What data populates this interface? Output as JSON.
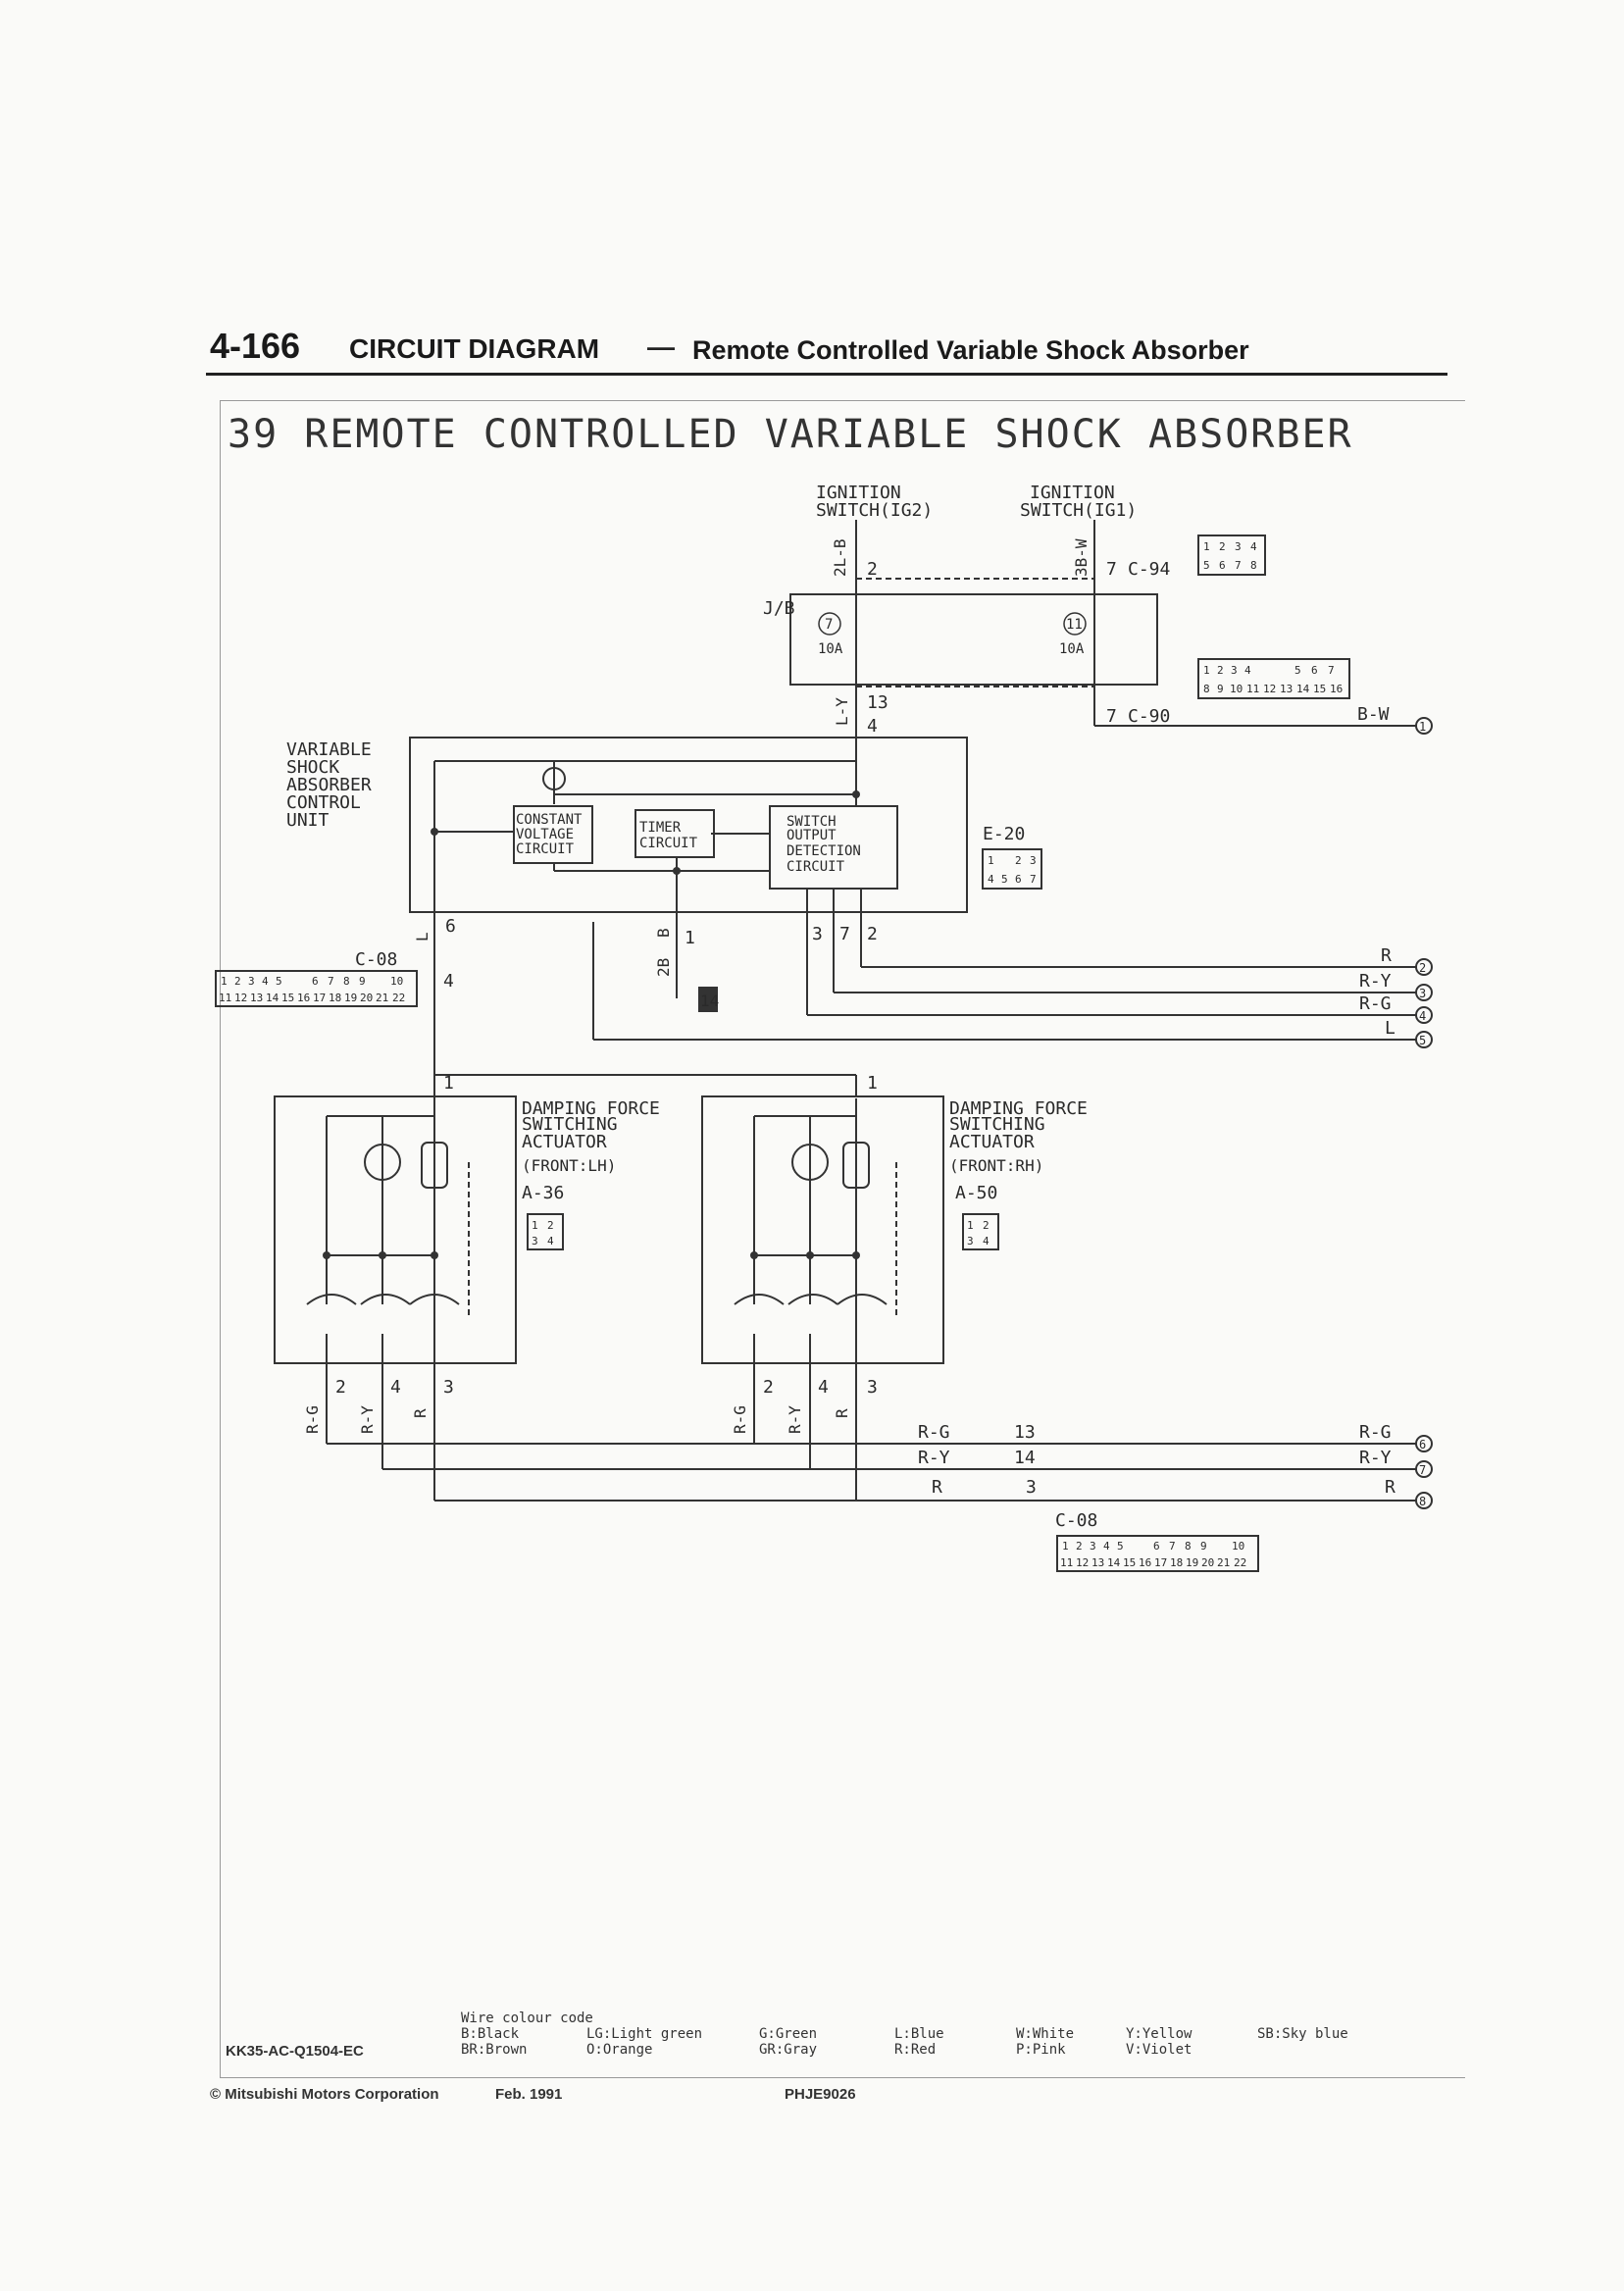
{
  "header": {
    "page_number": "4-166",
    "section": "CIRCUIT DIAGRAM",
    "dash": "—",
    "subtitle": "Remote Controlled Variable Shock Absorber"
  },
  "diagram_title": "39 REMOTE CONTROLLED VARIABLE SHOCK ABSORBER",
  "ignition": {
    "ig2_line1": "IGNITION",
    "ig2_line2": "SWITCH(IG2)",
    "ig1_line1": "IGNITION",
    "ig1_line2": "SWITCH(IG1)",
    "wire_ig2": "2L-B",
    "wire_ig1": "3B-W",
    "pin_ig2": "2",
    "pin_ig1": "7",
    "conn_c94": "C-94"
  },
  "junction_block": {
    "label": "J/B",
    "fuse_left_no": "7",
    "fuse_left_rating": "10A",
    "fuse_right_no": "11",
    "fuse_right_rating": "10A",
    "wire_out": "L-Y",
    "pin_13": "13",
    "pin_4": "4",
    "pin_7": "7",
    "conn_c90": "C-90",
    "wire_bw": "B-W",
    "out_1": "1"
  },
  "control_unit": {
    "label_lines": [
      "VARIABLE",
      "SHOCK",
      "ABSORBER",
      "CONTROL",
      "UNIT"
    ],
    "cv_lines": [
      "CONSTANT",
      "VOLTAGE",
      "CIRCUIT"
    ],
    "timer_lines": [
      "TIMER",
      "CIRCUIT"
    ],
    "switch_lines": [
      "SWITCH",
      "OUTPUT",
      "DETECTION",
      "CIRCUIT"
    ],
    "conn": "E-20",
    "pin_6": "6",
    "pin_1": "1",
    "pin_3": "3",
    "pin_7": "7",
    "pin_2": "2",
    "ground_no": "14",
    "wire_b": "B",
    "wire_2b": "2B",
    "wire_l": "L"
  },
  "outputs": [
    {
      "wire": "R",
      "no": "2"
    },
    {
      "wire": "R-Y",
      "no": "3"
    },
    {
      "wire": "R-G",
      "no": "4"
    },
    {
      "wire": "L",
      "no": "5"
    }
  ],
  "c08": {
    "label": "C-08",
    "pin": "4"
  },
  "actuator_lh": {
    "lines": [
      "DAMPING FORCE",
      "SWITCHING",
      "ACTUATOR",
      "(FRONT:LH)"
    ],
    "conn": "A-36",
    "pin_in": "1",
    "pins": [
      "2",
      "4",
      "3"
    ],
    "wires": [
      "R-G",
      "R-Y",
      "R"
    ]
  },
  "actuator_rh": {
    "lines": [
      "DAMPING FORCE",
      "SWITCHING",
      "ACTUATOR",
      "(FRONT:RH)"
    ],
    "conn": "A-50",
    "pin_in": "1",
    "pins": [
      "2",
      "4",
      "3"
    ],
    "wires": [
      "R-G",
      "R-Y",
      "R"
    ]
  },
  "bottom_bus": [
    {
      "wire": "R-G",
      "pin": "13",
      "out_wire": "R-G",
      "no": "6"
    },
    {
      "wire": "R-Y",
      "pin": "14",
      "out_wire": "R-Y",
      "no": "7"
    },
    {
      "wire": "R",
      "pin": "3",
      "out_wire": "R",
      "no": "8"
    }
  ],
  "c08_bottom": "C-08",
  "connector_pins": {
    "c94_top": [
      "1",
      "2",
      "3",
      "4"
    ],
    "c94_bot": [
      "5",
      "6",
      "7",
      "8"
    ],
    "c90_top": [
      "1",
      "2",
      "3",
      "4",
      "5",
      "6",
      "7"
    ],
    "c90_bot": [
      "8",
      "9",
      "10",
      "11",
      "12",
      "13",
      "14",
      "15",
      "16"
    ],
    "e20_top": [
      "1",
      "2",
      "3"
    ],
    "e20_bot": [
      "4",
      "5",
      "6",
      "7"
    ],
    "c08_top": [
      "1",
      "2",
      "3",
      "4",
      "5",
      "6",
      "7",
      "8",
      "9",
      "10"
    ],
    "c08_bot": [
      "11",
      "12",
      "13",
      "14",
      "15",
      "16",
      "17",
      "18",
      "19",
      "20",
      "21",
      "22"
    ],
    "a_top": [
      "1",
      "2"
    ],
    "a_bot": [
      "3",
      "4"
    ]
  },
  "doc_code": "KK35-AC-Q1504-EC",
  "wire_colour": {
    "heading": "Wire colour code",
    "items": [
      "B:Black",
      "BR:Brown",
      "LG:Light green",
      "O:Orange",
      "G:Green",
      "GR:Gray",
      "L:Blue",
      "R:Red",
      "W:White",
      "P:Pink",
      "Y:Yellow",
      "V:Violet",
      "SB:Sky blue"
    ]
  },
  "footer": {
    "copyright": "© Mitsubishi Motors Corporation",
    "date": "Feb. 1991",
    "ref": "PHJE9026"
  }
}
